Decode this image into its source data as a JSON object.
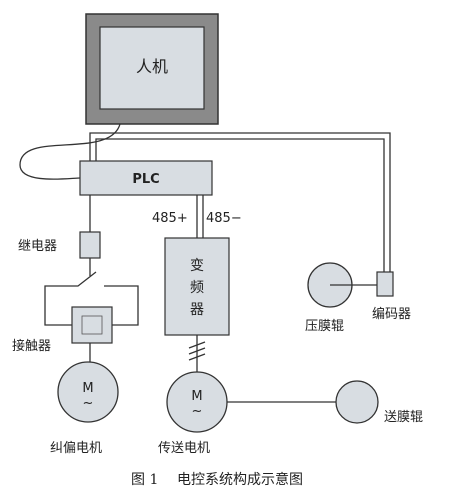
{
  "hmi": {
    "label": "人机"
  },
  "plc": {
    "label": "PLC"
  },
  "comm": {
    "port_plus": "485+",
    "port_minus": "485−"
  },
  "relay": {
    "label": "继电器"
  },
  "contactor": {
    "label": "接触器"
  },
  "inverter": {
    "label_chars": [
      "变",
      "频",
      "器"
    ]
  },
  "encoder": {
    "label": "编码器"
  },
  "press_roller": {
    "label": "压膜辊"
  },
  "feed_roller": {
    "label": "送膜辊"
  },
  "motors": {
    "correction": {
      "symbol": "M",
      "tilde": "~",
      "label": "纠偏电机"
    },
    "transmission": {
      "symbol": "M",
      "tilde": "~",
      "label": "传送电机"
    }
  },
  "caption": {
    "figure_no": "图 1",
    "title": "电控系统构成示意图"
  }
}
